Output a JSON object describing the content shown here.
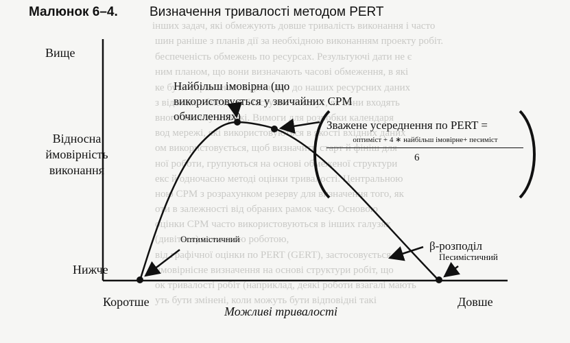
{
  "caption": {
    "label": "Малюнок 6–4.",
    "title": "Визначення тривалості методом PERT"
  },
  "axes": {
    "y_top": "Вище",
    "y_bottom": "Нижче",
    "y_label": "Відносна ймовірність виконання",
    "x_left": "Коротше",
    "x_right": "Довше",
    "x_label": "Можливі тривалості"
  },
  "annotations": {
    "most_likely": "Найбільш імовірна (що використовується у звичайних СРМ обчисленнях)",
    "optimistic": "Оптимістичний",
    "pessimistic": "Песимістичний",
    "beta": "β-розподіл",
    "pert_title": "Зважене усереднення по PERT =",
    "pert_numerator": "оптиміст + 4 ∗ найбільш імовірне+ песиміст",
    "pert_denominator": "6"
  },
  "background_text": [
    "інших задач, які обмежують довше тривалість виконання і часто",
    "шин раніше з планів дії за необхідною виконанням проекту робіт.",
    "беспеченість обмежень по ресурсах. Результуючі дати не є",
    "ним планом, що вони визначають часові обмеження, в які",
    "ке бути справлених відповідно до наших ресурсних даних",
    "з відомих обмежень. Наступне показує, як вони входять",
    "вного аналізу мережі. Вимоги для розробки календаря",
    "вод мережі, які використовуються в якості вхідних даних",
    "ом використовується, щоб визначити старт й фініш для",
    "ної роботи, групуються на основі обмеженої структури",
    "екс й одночасно методі оцінки тривалості. Центральною",
    "ною СРМ з розрахунком резерву для визначення того, як",
    "оти в залежності від обраних рамок часу. Основою",
    "оцінки СРМ часто використовуються в інших галузях",
    "(дивіться) важливою роботою,",
    "від графічної оцінки по PERT (GERT), застосовується",
    "ймовірнісне визначення на основі структури робіт, що",
    "ок тривалості робіт (наприклад, деякі роботи взагалі мають",
    "уть бути змінені, коли можуть бути відповідні такі"
  ],
  "icons": {
    "arrowhead": "filled-triangle-arrow-icon",
    "point": "filled-dot-icon",
    "bracket": "large-parenthesis-icon"
  },
  "colors": {
    "ink": "#111111",
    "paper": "#f6f6f4",
    "faint_text": "#c9c9c6"
  }
}
